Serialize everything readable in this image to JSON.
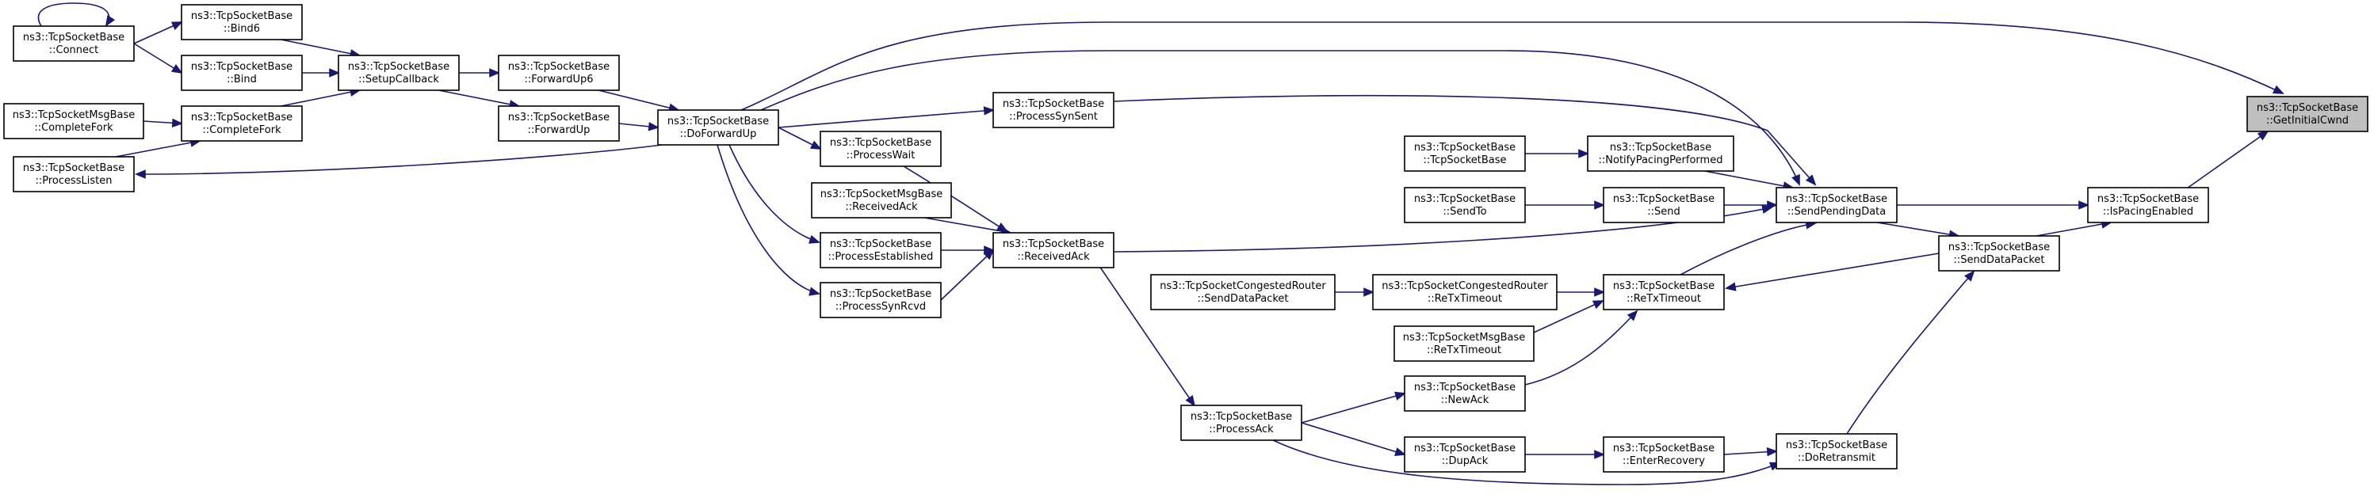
{
  "graph": {
    "colors": {
      "edge": "#191970",
      "root_fill": "#bfbfbf",
      "node_fill": "#ffffff",
      "border": "#000000"
    },
    "nodes": {
      "connect": [
        "ns3::TcpSocketBase",
        "::Connect"
      ],
      "bind6": [
        "ns3::TcpSocketBase",
        "::Bind6"
      ],
      "bind": [
        "ns3::TcpSocketBase",
        "::Bind"
      ],
      "msgCompleteFork": [
        "ns3::TcpSocketMsgBase",
        "::CompleteFork"
      ],
      "completeFork": [
        "ns3::TcpSocketBase",
        "::CompleteFork"
      ],
      "processListen": [
        "ns3::TcpSocketBase",
        "::ProcessListen"
      ],
      "setupCallback": [
        "ns3::TcpSocketBase",
        "::SetupCallback"
      ],
      "forwardUp6": [
        "ns3::TcpSocketBase",
        "::ForwardUp6"
      ],
      "forwardUp": [
        "ns3::TcpSocketBase",
        "::ForwardUp"
      ],
      "doForwardUp": [
        "ns3::TcpSocketBase",
        "::DoForwardUp"
      ],
      "processSynSent": [
        "ns3::TcpSocketBase",
        "::ProcessSynSent"
      ],
      "processWait": [
        "ns3::TcpSocketBase",
        "::ProcessWait"
      ],
      "msgReceivedAck": [
        "ns3::TcpSocketMsgBase",
        "::ReceivedAck"
      ],
      "processEstablished": [
        "ns3::TcpSocketBase",
        "::ProcessEstablished"
      ],
      "processSynRcvd": [
        "ns3::TcpSocketBase",
        "::ProcessSynRcvd"
      ],
      "receivedAck": [
        "ns3::TcpSocketBase",
        "::ReceivedAck"
      ],
      "routerSendDataPacket": [
        "ns3::TcpSocketCongestedRouter",
        "::SendDataPacket"
      ],
      "processAck": [
        "ns3::TcpSocketBase",
        "::ProcessAck"
      ],
      "tcpSocketBase": [
        "ns3::TcpSocketBase",
        "::TcpSocketBase"
      ],
      "sendTo": [
        "ns3::TcpSocketBase",
        "::SendTo"
      ],
      "routerReTxTimeout": [
        "ns3::TcpSocketCongestedRouter",
        "::ReTxTimeout"
      ],
      "msgReTxTimeout": [
        "ns3::TcpSocketMsgBase",
        "::ReTxTimeout"
      ],
      "newAck": [
        "ns3::TcpSocketBase",
        "::NewAck"
      ],
      "dupAck": [
        "ns3::TcpSocketBase",
        "::DupAck"
      ],
      "notifyPacing": [
        "ns3::TcpSocketBase",
        "::NotifyPacingPerformed"
      ],
      "send": [
        "ns3::TcpSocketBase",
        "::Send"
      ],
      "reTxTimeout": [
        "ns3::TcpSocketBase",
        "::ReTxTimeout"
      ],
      "enterRecovery": [
        "ns3::TcpSocketBase",
        "::EnterRecovery"
      ],
      "sendPendingData": [
        "ns3::TcpSocketBase",
        "::SendPendingData"
      ],
      "doRetransmit": [
        "ns3::TcpSocketBase",
        "::DoRetransmit"
      ],
      "sendDataPacket": [
        "ns3::TcpSocketBase",
        "::SendDataPacket"
      ],
      "isPacingEnabled": [
        "ns3::TcpSocketBase",
        "::IsPacingEnabled"
      ],
      "getInitialCwnd": [
        "ns3::TcpSocketBase",
        "::GetInitialCwnd"
      ]
    },
    "edges": [
      [
        "connect",
        "connect"
      ],
      [
        "connect",
        "bind6"
      ],
      [
        "connect",
        "bind"
      ],
      [
        "bind6",
        "setupCallback"
      ],
      [
        "bind",
        "setupCallback"
      ],
      [
        "msgCompleteFork",
        "completeFork"
      ],
      [
        "completeFork",
        "setupCallback"
      ],
      [
        "processListen",
        "completeFork"
      ],
      [
        "setupCallback",
        "forwardUp6"
      ],
      [
        "setupCallback",
        "forwardUp"
      ],
      [
        "forwardUp6",
        "doForwardUp"
      ],
      [
        "forwardUp",
        "doForwardUp"
      ],
      [
        "doForwardUp",
        "processListen"
      ],
      [
        "doForwardUp",
        "processSynSent"
      ],
      [
        "doForwardUp",
        "processWait"
      ],
      [
        "doForwardUp",
        "processEstablished"
      ],
      [
        "doForwardUp",
        "processSynRcvd"
      ],
      [
        "doForwardUp",
        "sendPendingData"
      ],
      [
        "doForwardUp",
        "getInitialCwnd"
      ],
      [
        "processSynSent",
        "sendPendingData"
      ],
      [
        "processWait",
        "receivedAck"
      ],
      [
        "msgReceivedAck",
        "receivedAck"
      ],
      [
        "processEstablished",
        "receivedAck"
      ],
      [
        "processSynRcvd",
        "receivedAck"
      ],
      [
        "receivedAck",
        "processAck"
      ],
      [
        "receivedAck",
        "sendPendingData"
      ],
      [
        "routerSendDataPacket",
        "routerReTxTimeout"
      ],
      [
        "processAck",
        "newAck"
      ],
      [
        "processAck",
        "dupAck"
      ],
      [
        "processAck",
        "doRetransmit"
      ],
      [
        "tcpSocketBase",
        "notifyPacing"
      ],
      [
        "sendTo",
        "send"
      ],
      [
        "routerReTxTimeout",
        "reTxTimeout"
      ],
      [
        "msgReTxTimeout",
        "reTxTimeout"
      ],
      [
        "newAck",
        "reTxTimeout"
      ],
      [
        "dupAck",
        "enterRecovery"
      ],
      [
        "notifyPacing",
        "sendPendingData"
      ],
      [
        "send",
        "sendPendingData"
      ],
      [
        "reTxTimeout",
        "sendPendingData"
      ],
      [
        "enterRecovery",
        "doRetransmit"
      ],
      [
        "sendPendingData",
        "sendDataPacket"
      ],
      [
        "sendPendingData",
        "isPacingEnabled"
      ],
      [
        "doRetransmit",
        "sendDataPacket"
      ],
      [
        "sendDataPacket",
        "reTxTimeout"
      ],
      [
        "sendDataPacket",
        "isPacingEnabled"
      ],
      [
        "isPacingEnabled",
        "getInitialCwnd"
      ]
    ]
  }
}
